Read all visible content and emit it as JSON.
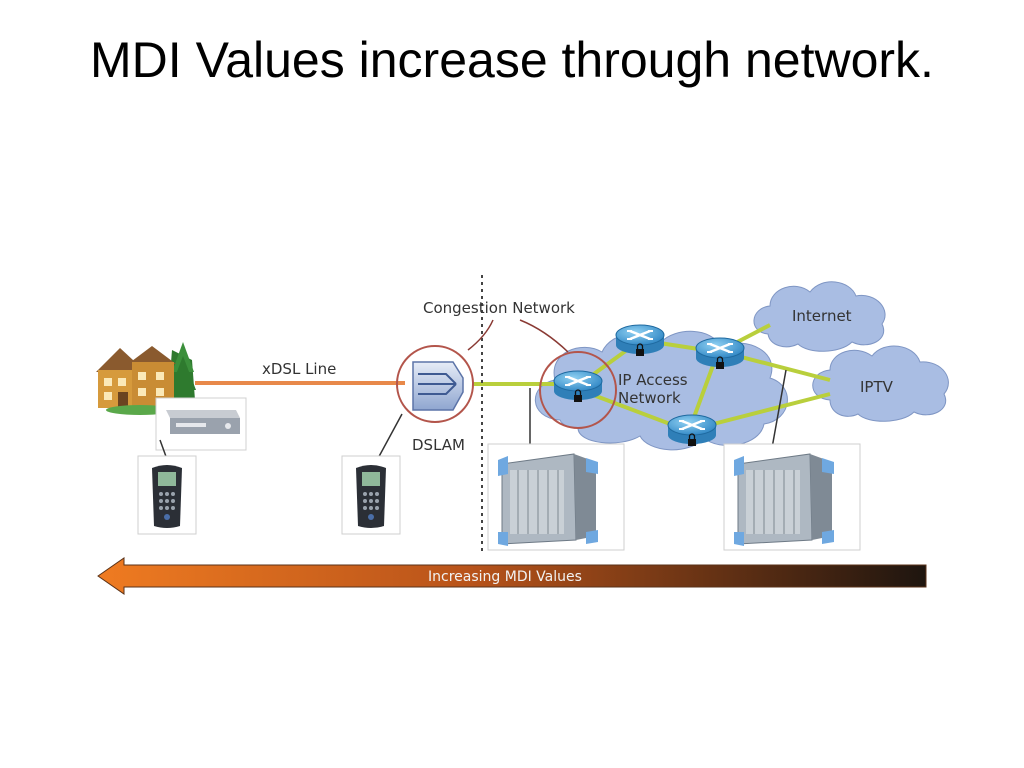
{
  "slide": {
    "title": "MDI Values increase through network."
  },
  "diagram": {
    "labels": {
      "xdsl_line": "xDSL Line",
      "congestion_network": "Congestion Network",
      "dslam": "DSLAM",
      "ip_access_network": [
        "IP Access",
        "Network"
      ],
      "internet": "Internet",
      "iptv": "IPTV",
      "arrow": "Increasing MDI Values"
    },
    "colors": {
      "xdsl_line": "#e8894a",
      "link_green": "#b9cf3c",
      "cloud": "#a9bde3",
      "router": "#4b9fd4",
      "highlight_circle": "#b3554b",
      "arrow_start": "#ef7b21",
      "arrow_end": "#1e150f"
    },
    "icons": [
      "house-icon",
      "set-top-box-icon",
      "handheld-tester-icon",
      "dslam-icon",
      "router-icon",
      "rack-analyzer-icon",
      "cloud-icon"
    ]
  }
}
